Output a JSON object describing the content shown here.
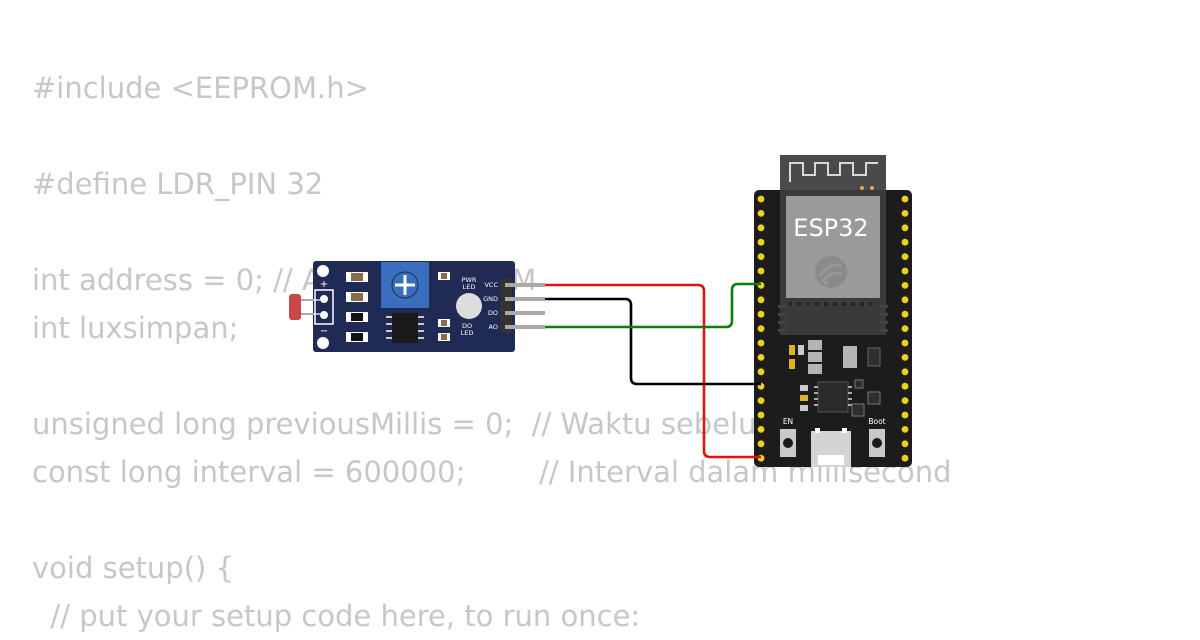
{
  "code_lines": [
    "#include <EEPROM.h>",
    "",
    "#define LDR_PIN 32",
    "",
    "int address = 0; // Alamat EEPROM",
    "int luxsimpan;",
    "",
    "unsigned long previousMillis = 0;  // Waktu sebelumnya",
    "const long interval = 600000;        // Interval dalam millisecond",
    "",
    "void setup() {",
    "  // put your setup code here, to run once:"
  ],
  "ldr_module": {
    "plus_label": "+",
    "minus_label": "−",
    "pwr_led_label": [
      "PWR",
      "LED"
    ],
    "do_led_label": [
      "DO",
      "LED"
    ],
    "pins": [
      "VCC",
      "GND",
      "DO",
      "AO"
    ]
  },
  "esp32": {
    "title": "ESP32",
    "button_en": "EN",
    "button_boot": "Boot"
  },
  "wires": [
    {
      "name": "vcc-wire",
      "color": "#e0120f"
    },
    {
      "name": "gnd-wire",
      "color": "#000000"
    },
    {
      "name": "ao-wire",
      "color": "#0e7d0e"
    }
  ]
}
